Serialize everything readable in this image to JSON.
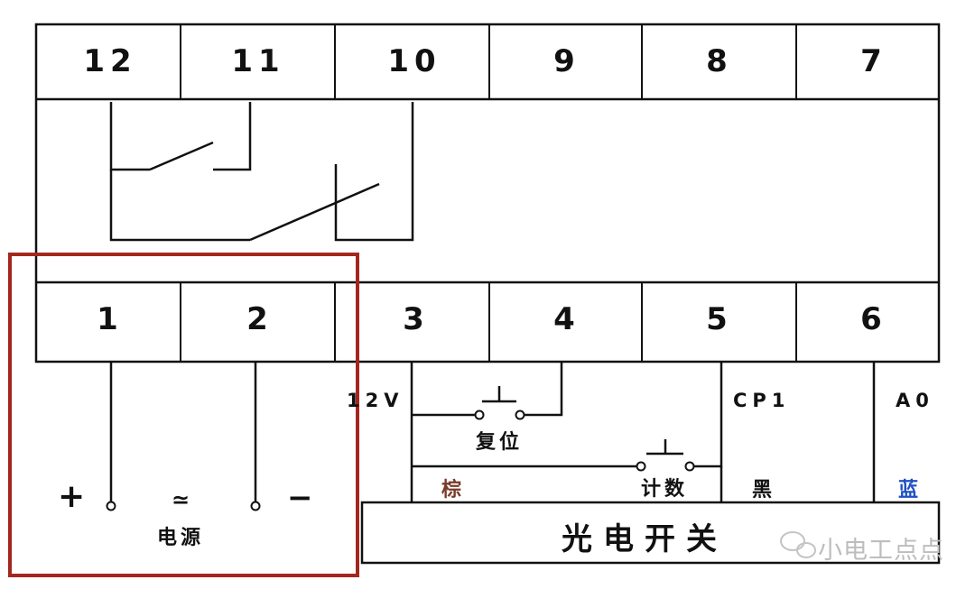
{
  "top_terminals": [
    "12",
    "11",
    "10",
    "9",
    "8",
    "7"
  ],
  "bottom_terminals": [
    "1",
    "2",
    "3",
    "4",
    "5",
    "6"
  ],
  "power": {
    "plus": "+",
    "ac_dc_symbol": "≃",
    "minus": "−",
    "label": "电源"
  },
  "labels": {
    "v12": "12V",
    "reset": "复位",
    "count": "计数",
    "cp1": "CP1",
    "a0": "A0",
    "brown": "棕",
    "black": "黑",
    "blue": "蓝"
  },
  "sensor_label": "光电开关",
  "watermark": "小电工点点",
  "colors": {
    "highlight_box": "#a3271e",
    "brown_text": "#7a3a2a",
    "blue_text": "#1f4fc4",
    "line": "#111111"
  }
}
